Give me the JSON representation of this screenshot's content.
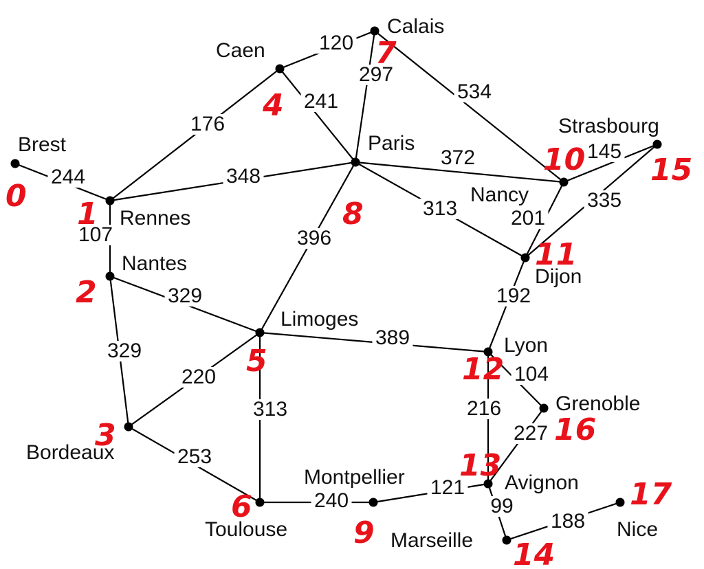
{
  "colors": {
    "ink": "#000000",
    "annotation": "#e8121b",
    "background": "#ffffff"
  },
  "graph": {
    "nodes": [
      {
        "id": "brest",
        "name": "Brest",
        "index": "0"
      },
      {
        "id": "rennes",
        "name": "Rennes",
        "index": "1"
      },
      {
        "id": "nantes",
        "name": "Nantes",
        "index": "2"
      },
      {
        "id": "bordeaux",
        "name": "Bordeaux",
        "index": "3"
      },
      {
        "id": "caen",
        "name": "Caen",
        "index": "4"
      },
      {
        "id": "limoges",
        "name": "Limoges",
        "index": "5"
      },
      {
        "id": "toulouse",
        "name": "Toulouse",
        "index": "6"
      },
      {
        "id": "calais",
        "name": "Calais",
        "index": "7"
      },
      {
        "id": "paris",
        "name": "Paris",
        "index": "8"
      },
      {
        "id": "montpellier",
        "name": "Montpellier",
        "index": "9"
      },
      {
        "id": "nancy",
        "name": "Nancy",
        "index": "10"
      },
      {
        "id": "dijon",
        "name": "Dijon",
        "index": "11"
      },
      {
        "id": "lyon",
        "name": "Lyon",
        "index": "12"
      },
      {
        "id": "avignon",
        "name": "Avignon",
        "index": "13"
      },
      {
        "id": "marseille",
        "name": "Marseille",
        "index": "14"
      },
      {
        "id": "strasbourg",
        "name": "Strasbourg",
        "index": "15"
      },
      {
        "id": "grenoble",
        "name": "Grenoble",
        "index": "16"
      },
      {
        "id": "nice",
        "name": "Nice",
        "index": "17"
      }
    ],
    "edges": [
      {
        "from": "brest",
        "to": "rennes",
        "weight": "244"
      },
      {
        "from": "rennes",
        "to": "caen",
        "weight": "176"
      },
      {
        "from": "rennes",
        "to": "paris",
        "weight": "348"
      },
      {
        "from": "rennes",
        "to": "nantes",
        "weight": "107"
      },
      {
        "from": "caen",
        "to": "calais",
        "weight": "120"
      },
      {
        "from": "caen",
        "to": "paris",
        "weight": "241"
      },
      {
        "from": "calais",
        "to": "paris",
        "weight": "297"
      },
      {
        "from": "calais",
        "to": "nancy",
        "weight": "534"
      },
      {
        "from": "paris",
        "to": "nancy",
        "weight": "372"
      },
      {
        "from": "paris",
        "to": "dijon",
        "weight": "313"
      },
      {
        "from": "paris",
        "to": "limoges",
        "weight": "396"
      },
      {
        "from": "nancy",
        "to": "strasbourg",
        "weight": "145"
      },
      {
        "from": "nancy",
        "to": "dijon",
        "weight": "201"
      },
      {
        "from": "strasbourg",
        "to": "dijon",
        "weight": "335"
      },
      {
        "from": "dijon",
        "to": "lyon",
        "weight": "192"
      },
      {
        "from": "nantes",
        "to": "limoges",
        "weight": "329"
      },
      {
        "from": "nantes",
        "to": "bordeaux",
        "weight": "329"
      },
      {
        "from": "limoges",
        "to": "lyon",
        "weight": "389"
      },
      {
        "from": "limoges",
        "to": "bordeaux",
        "weight": "220"
      },
      {
        "from": "limoges",
        "to": "toulouse",
        "weight": "313"
      },
      {
        "from": "bordeaux",
        "to": "toulouse",
        "weight": "253"
      },
      {
        "from": "toulouse",
        "to": "montpellier",
        "weight": "240"
      },
      {
        "from": "montpellier",
        "to": "avignon",
        "weight": "121"
      },
      {
        "from": "lyon",
        "to": "grenoble",
        "weight": "104"
      },
      {
        "from": "lyon",
        "to": "avignon",
        "weight": "216"
      },
      {
        "from": "grenoble",
        "to": "avignon",
        "weight": "227"
      },
      {
        "from": "avignon",
        "to": "marseille",
        "weight": "99"
      },
      {
        "from": "marseille",
        "to": "nice",
        "weight": "188"
      }
    ]
  }
}
